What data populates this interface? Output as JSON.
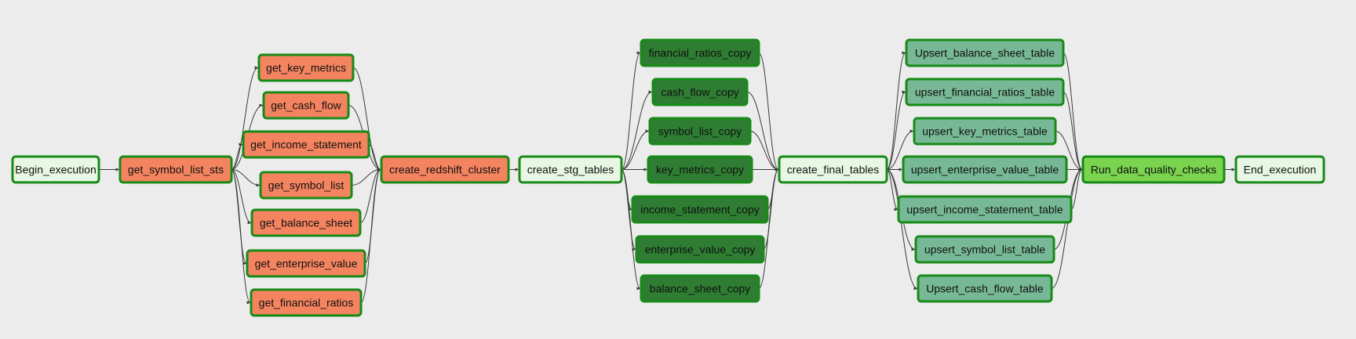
{
  "colors": {
    "background": "#ececec",
    "border": "#178a17",
    "edge": "#3a3a3a",
    "dummy": "#e8f7e4",
    "extract": "#f4845f",
    "copy": "#2e7d32",
    "upsert": "#77b896",
    "quality": "#7ad44f"
  },
  "nodes": [
    {
      "id": "begin_execution",
      "label": "Begin_execution",
      "style": "dummy"
    },
    {
      "id": "get_symbol_list_sts",
      "label": "get_symbol_list_sts",
      "style": "extract"
    },
    {
      "id": "get_key_metrics",
      "label": "get_key_metrics",
      "style": "extract"
    },
    {
      "id": "get_cash_flow",
      "label": "get_cash_flow",
      "style": "extract"
    },
    {
      "id": "get_income_statement",
      "label": "get_income_statement",
      "style": "extract"
    },
    {
      "id": "get_symbol_list",
      "label": "get_symbol_list",
      "style": "extract"
    },
    {
      "id": "get_balance_sheet",
      "label": "get_balance_sheet",
      "style": "extract"
    },
    {
      "id": "get_enterprise_value",
      "label": "get_enterprise_value",
      "style": "extract"
    },
    {
      "id": "get_financial_ratios",
      "label": "get_financial_ratios",
      "style": "extract"
    },
    {
      "id": "create_redshift_cluster",
      "label": "create_redshift_cluster",
      "style": "extract"
    },
    {
      "id": "create_stg_tables",
      "label": "create_stg_tables",
      "style": "dummy"
    },
    {
      "id": "financial_ratios_copy",
      "label": "financial_ratios_copy",
      "style": "copy"
    },
    {
      "id": "cash_flow_copy",
      "label": "cash_flow_copy",
      "style": "copy"
    },
    {
      "id": "symbol_list_copy",
      "label": "symbol_list_copy",
      "style": "copy"
    },
    {
      "id": "key_metrics_copy",
      "label": "key_metrics_copy",
      "style": "copy"
    },
    {
      "id": "income_statement_copy",
      "label": "income_statement_copy",
      "style": "copy"
    },
    {
      "id": "enterprise_value_copy",
      "label": "enterprise_value_copy",
      "style": "copy"
    },
    {
      "id": "balance_sheet_copy",
      "label": "balance_sheet_copy",
      "style": "copy"
    },
    {
      "id": "create_final_tables",
      "label": "create_final_tables",
      "style": "dummy"
    },
    {
      "id": "upsert_balance_sheet_table",
      "label": "Upsert_balance_sheet_table",
      "style": "upsert"
    },
    {
      "id": "upsert_financial_ratios_table",
      "label": "upsert_financial_ratios_table",
      "style": "upsert"
    },
    {
      "id": "upsert_key_metrics_table",
      "label": "upsert_key_metrics_table",
      "style": "upsert"
    },
    {
      "id": "upsert_enterprise_value_table",
      "label": "upsert_enterprise_value_table",
      "style": "upsert"
    },
    {
      "id": "upsert_income_statement_table",
      "label": "upsert_income_statement_table",
      "style": "upsert"
    },
    {
      "id": "upsert_symbol_list_table",
      "label": "upsert_symbol_list_table",
      "style": "upsert"
    },
    {
      "id": "upsert_cash_flow_table",
      "label": "Upsert_cash_flow_table",
      "style": "upsert"
    },
    {
      "id": "run_data_quality_checks",
      "label": "Run_data_quality_checks",
      "style": "quality"
    },
    {
      "id": "end_execution",
      "label": "End_execution",
      "style": "dummy"
    }
  ],
  "edges": [
    [
      "begin_execution",
      "get_symbol_list_sts"
    ],
    [
      "get_symbol_list_sts",
      "get_key_metrics"
    ],
    [
      "get_symbol_list_sts",
      "get_cash_flow"
    ],
    [
      "get_symbol_list_sts",
      "get_income_statement"
    ],
    [
      "get_symbol_list_sts",
      "get_symbol_list"
    ],
    [
      "get_symbol_list_sts",
      "get_balance_sheet"
    ],
    [
      "get_symbol_list_sts",
      "get_enterprise_value"
    ],
    [
      "get_symbol_list_sts",
      "get_financial_ratios"
    ],
    [
      "get_key_metrics",
      "create_redshift_cluster"
    ],
    [
      "get_cash_flow",
      "create_redshift_cluster"
    ],
    [
      "get_income_statement",
      "create_redshift_cluster"
    ],
    [
      "get_symbol_list",
      "create_redshift_cluster"
    ],
    [
      "get_balance_sheet",
      "create_redshift_cluster"
    ],
    [
      "get_enterprise_value",
      "create_redshift_cluster"
    ],
    [
      "get_financial_ratios",
      "create_redshift_cluster"
    ],
    [
      "create_redshift_cluster",
      "create_stg_tables"
    ],
    [
      "create_stg_tables",
      "financial_ratios_copy"
    ],
    [
      "create_stg_tables",
      "cash_flow_copy"
    ],
    [
      "create_stg_tables",
      "symbol_list_copy"
    ],
    [
      "create_stg_tables",
      "key_metrics_copy"
    ],
    [
      "create_stg_tables",
      "income_statement_copy"
    ],
    [
      "create_stg_tables",
      "enterprise_value_copy"
    ],
    [
      "create_stg_tables",
      "balance_sheet_copy"
    ],
    [
      "financial_ratios_copy",
      "create_final_tables"
    ],
    [
      "cash_flow_copy",
      "create_final_tables"
    ],
    [
      "symbol_list_copy",
      "create_final_tables"
    ],
    [
      "key_metrics_copy",
      "create_final_tables"
    ],
    [
      "income_statement_copy",
      "create_final_tables"
    ],
    [
      "enterprise_value_copy",
      "create_final_tables"
    ],
    [
      "balance_sheet_copy",
      "create_final_tables"
    ],
    [
      "create_final_tables",
      "upsert_balance_sheet_table"
    ],
    [
      "create_final_tables",
      "upsert_financial_ratios_table"
    ],
    [
      "create_final_tables",
      "upsert_key_metrics_table"
    ],
    [
      "create_final_tables",
      "upsert_enterprise_value_table"
    ],
    [
      "create_final_tables",
      "upsert_income_statement_table"
    ],
    [
      "create_final_tables",
      "upsert_symbol_list_table"
    ],
    [
      "create_final_tables",
      "upsert_cash_flow_table"
    ],
    [
      "upsert_balance_sheet_table",
      "run_data_quality_checks"
    ],
    [
      "upsert_financial_ratios_table",
      "run_data_quality_checks"
    ],
    [
      "upsert_key_metrics_table",
      "run_data_quality_checks"
    ],
    [
      "upsert_enterprise_value_table",
      "run_data_quality_checks"
    ],
    [
      "upsert_income_statement_table",
      "run_data_quality_checks"
    ],
    [
      "upsert_symbol_list_table",
      "run_data_quality_checks"
    ],
    [
      "upsert_cash_flow_table",
      "run_data_quality_checks"
    ],
    [
      "run_data_quality_checks",
      "end_execution"
    ]
  ]
}
